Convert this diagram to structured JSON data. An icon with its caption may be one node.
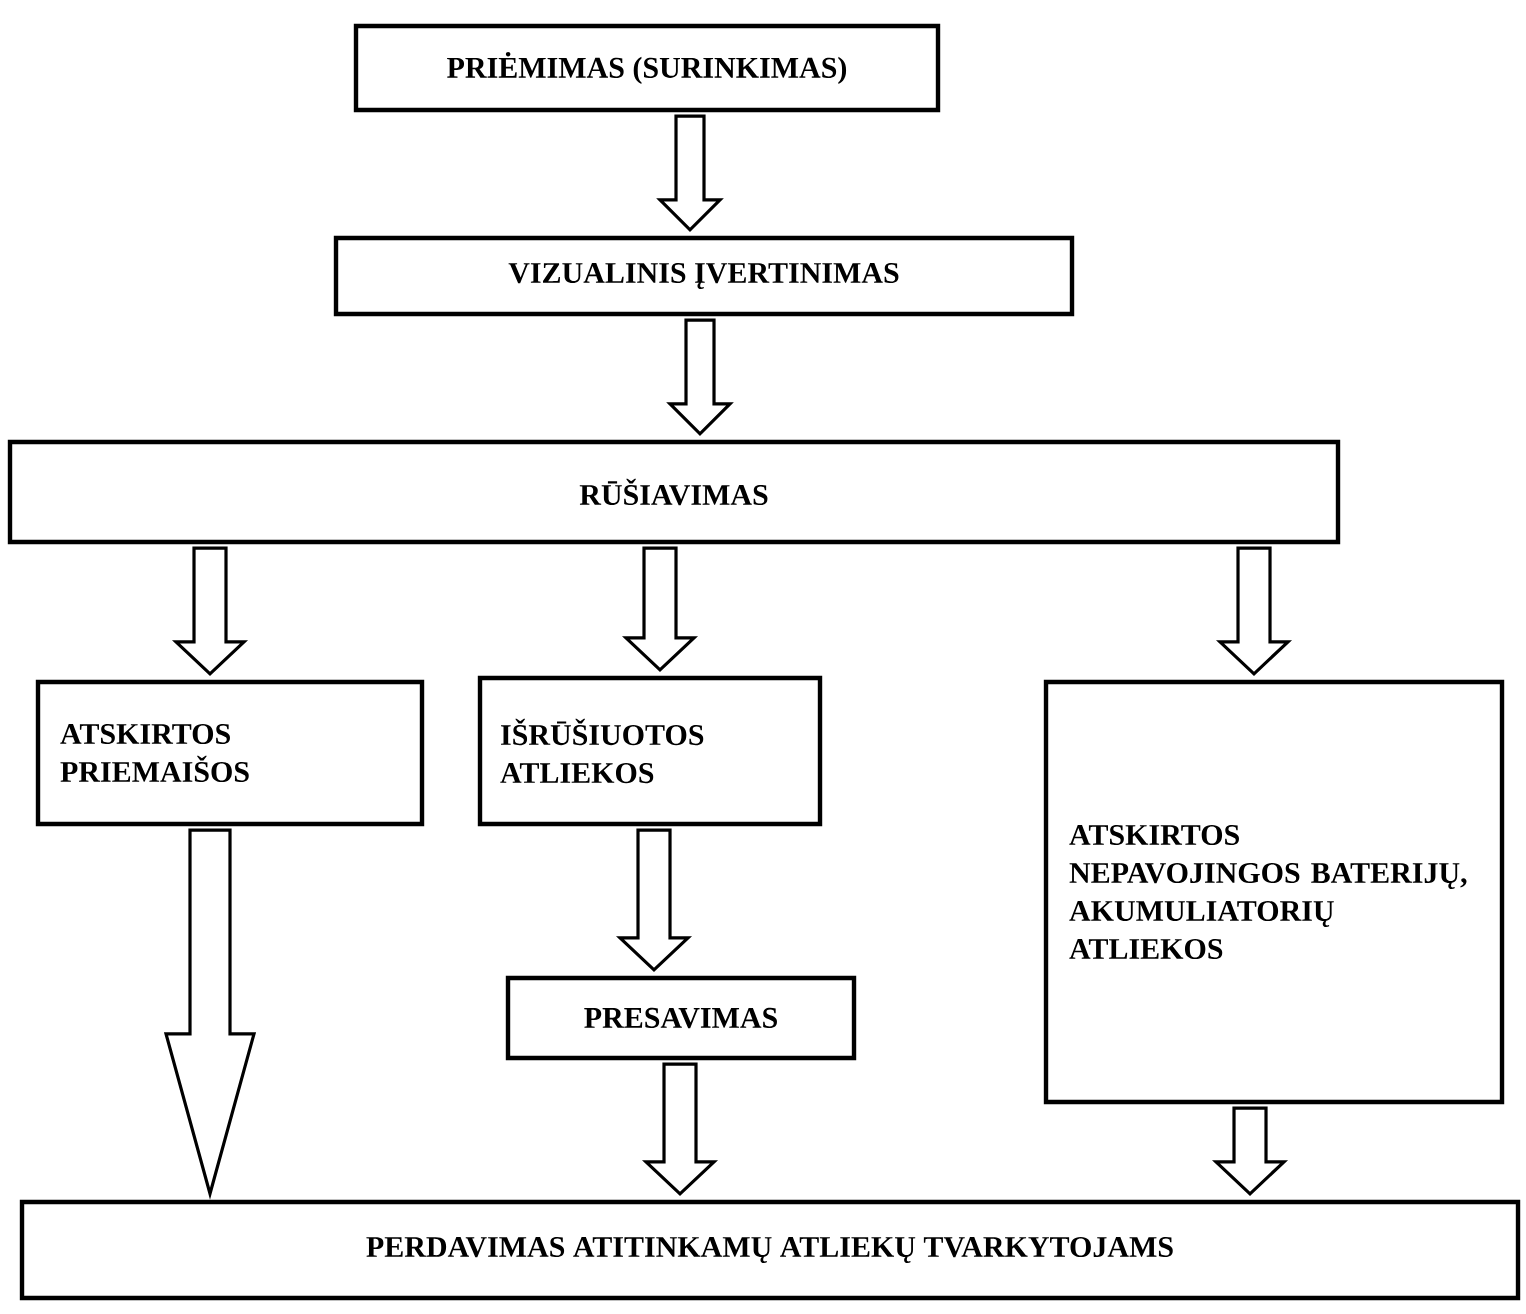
{
  "diagram": {
    "nodes": [
      {
        "text": [
          "PRIĖMIMAS (SURINKIMAS)"
        ]
      },
      {
        "text": [
          "VIZUALINIS ĮVERTINIMAS"
        ]
      },
      {
        "text": [
          "RŪŠIAVIMAS"
        ]
      },
      {
        "text": [
          "ATSKIRTOS PRIEMAIŠOS"
        ]
      },
      {
        "text": [
          "IŠRŪŠIUOTOS ATLIEKOS"
        ]
      },
      {
        "text": [
          "PRESAVIMAS"
        ]
      },
      {
        "text": [
          "ATSKIRTOS NEPAVOJINGOS BATERIJŲ, AKUMULIATORIŲ ATLIEKOS"
        ]
      },
      {
        "text": [
          "PERDAVIMAS ATITINKAMŲ ATLIEKŲ TVARKYTOJAMS"
        ]
      }
    ],
    "edges": [
      {
        "from": 0,
        "to": 1,
        "arrow": "to"
      },
      {
        "from": 1,
        "to": 2,
        "arrow": "to"
      },
      {
        "from": 2,
        "to": 3,
        "arrow": "to"
      },
      {
        "from": 2,
        "to": 4,
        "arrow": "to"
      },
      {
        "from": 2,
        "to": 6,
        "arrow": "to"
      },
      {
        "from": 4,
        "to": 5,
        "arrow": "to"
      },
      {
        "from": 3,
        "to": 7,
        "arrow": "to"
      },
      {
        "from": 5,
        "to": 7,
        "arrow": "to"
      },
      {
        "from": 6,
        "to": 7,
        "arrow": "to"
      }
    ]
  }
}
